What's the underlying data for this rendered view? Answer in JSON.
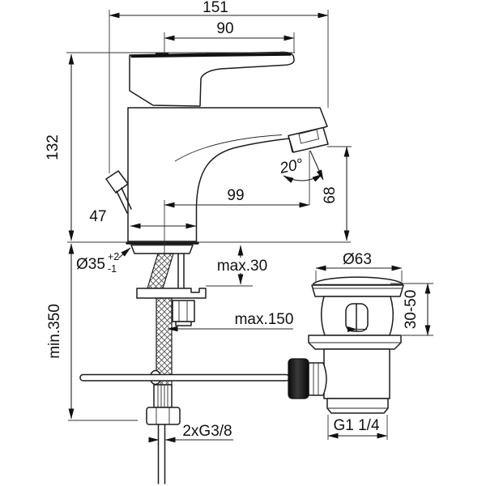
{
  "drawing": {
    "type": "faucet-installation-dimension-drawing",
    "views": {
      "left": "basin mixer side view with supply hose",
      "right": "pop-up waste drain assembly"
    },
    "dims": {
      "overall_length": "151",
      "lever_reach": "90",
      "height_to_lever": "132",
      "base_depth": "47",
      "spout_reach": "99",
      "outlet_height": "68",
      "outlet_angle": "20°",
      "mounting_hole": "Ø35",
      "mounting_hole_tol_plus": "+2",
      "mounting_hole_tol_minus": "-1",
      "deck_thickness_max": "max.30",
      "hose_length_min": "min.350",
      "hose_clearance_max": "max.150",
      "supply_connection": "2xG3/8",
      "drain_flange_dia": "Ø63",
      "drain_deck_range": "30-50",
      "drain_thread": "G1 1/4"
    },
    "colors": {
      "line": "#1c1c1c",
      "background": "#ffffff"
    }
  }
}
